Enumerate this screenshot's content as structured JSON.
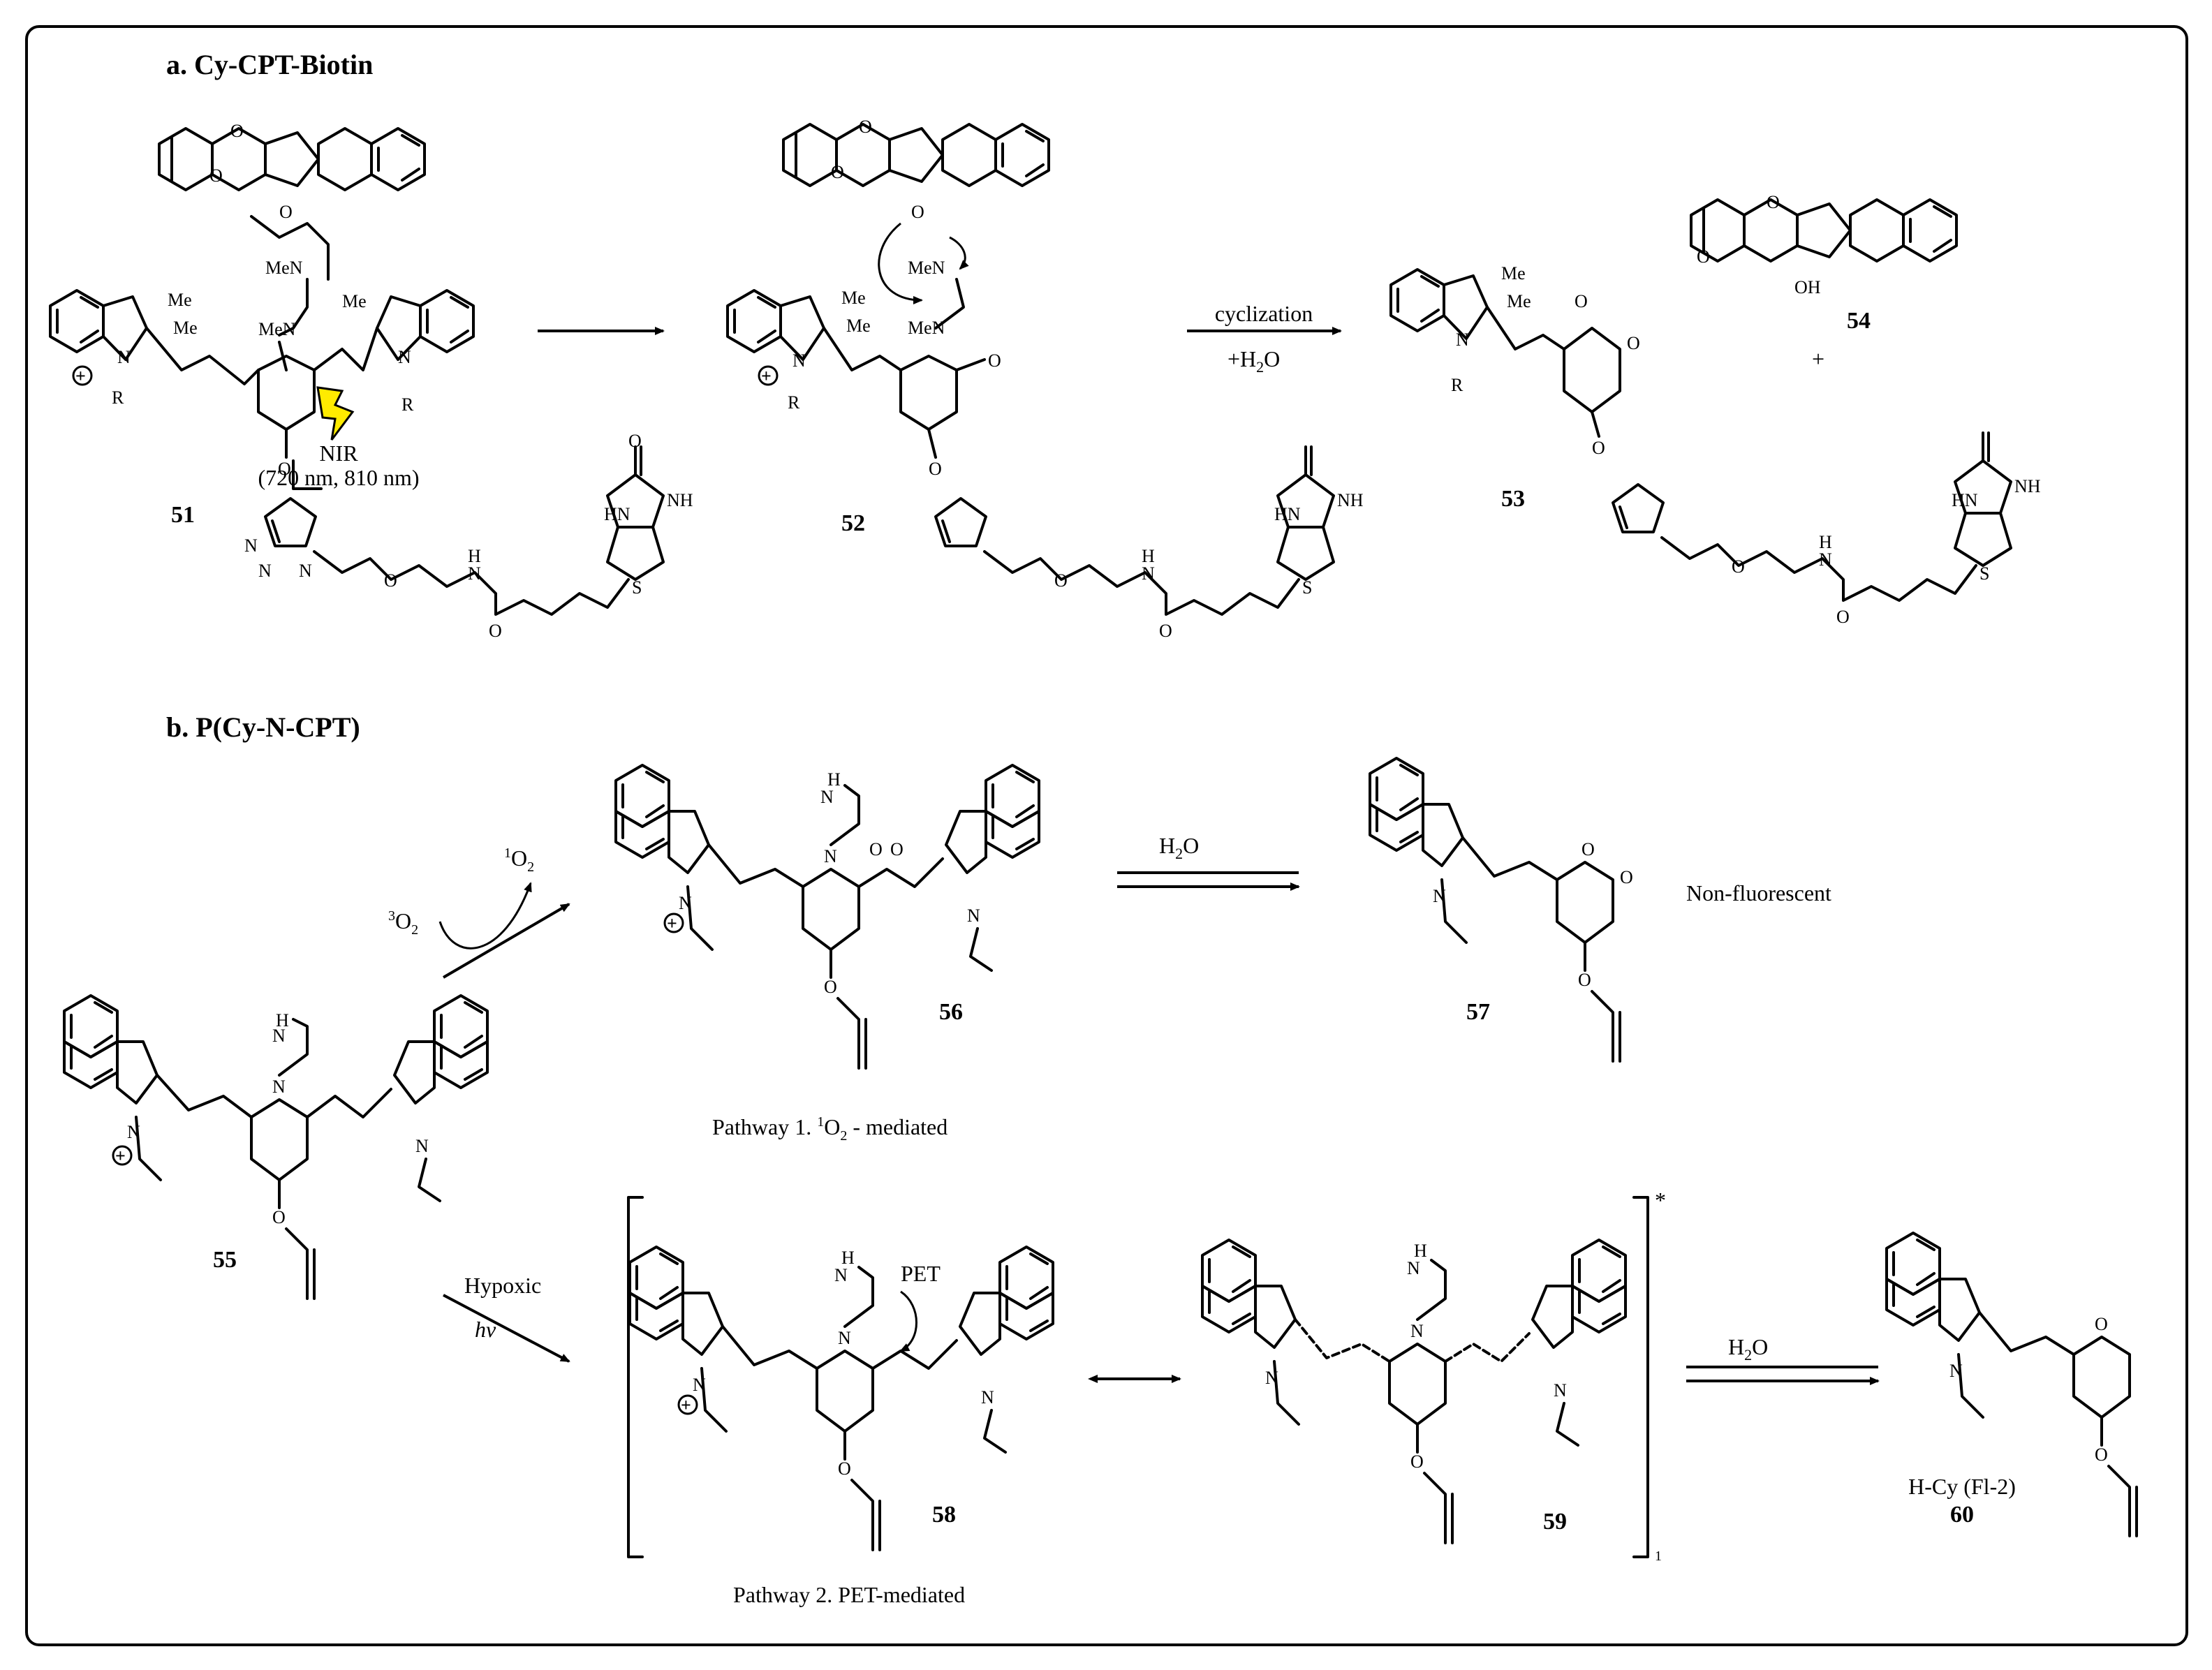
{
  "sections": {
    "a": "a. Cy-CPT-Biotin",
    "b": "b. P(Cy-N-CPT)"
  },
  "compounds": {
    "c51": "51",
    "c52": "52",
    "c53": "53",
    "c54": "54",
    "c55": "55",
    "c56": "56",
    "c57": "57",
    "c58": "58",
    "c59": "59",
    "c60": "60"
  },
  "labels": {
    "nir": "NIR",
    "nir_wavelengths": "(720 nm, 810 nm)",
    "cyclization": "cyclization",
    "water_plus": "+H",
    "plus": "+",
    "water": "H",
    "water_o": "O",
    "two": "2",
    "singlet_o2": "O",
    "singlet_sup": "1",
    "triplet_sup": "3",
    "non_fluorescent": "Non-fluorescent",
    "pathway1_a": "Pathway 1. ",
    "pathway1_b": "O",
    "pathway1_c": " - mediated",
    "pathway2": "Pathway 2. PET-mediated",
    "hypoxic": "Hypoxic",
    "hv": "hv",
    "pet": "PET",
    "hcy": "H-Cy (Fl-2)",
    "excited_star": "*",
    "bracket_sub": "1"
  },
  "atoms": {
    "me": "Me",
    "mен": "MeN",
    "n": "N",
    "r": "R",
    "o": "O",
    "oh": "OH",
    "hn": "HN",
    "nh": "NH",
    "h": "H",
    "s": "S",
    "men": "MeN"
  }
}
